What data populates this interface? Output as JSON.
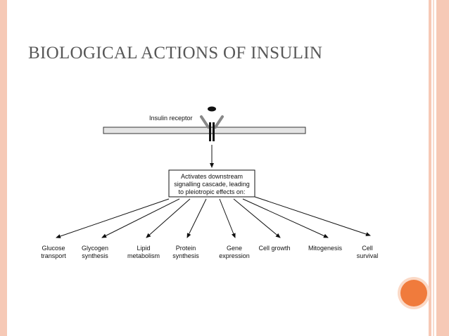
{
  "slide": {
    "title": "BIOLOGICAL ACTIONS OF INSULIN"
  },
  "diagram": {
    "receptor_label": "Insulin receptor",
    "cascade_box_lines": [
      "Activates downstream",
      "signalling cascade, leading",
      "to pleiotropic effects on:"
    ],
    "effects": [
      {
        "lines": [
          "Glucose",
          "transport"
        ]
      },
      {
        "lines": [
          "Glycogen",
          "synthesis"
        ]
      },
      {
        "lines": [
          "Lipid",
          "metabolism"
        ]
      },
      {
        "lines": [
          "Protein",
          "synthesis"
        ]
      },
      {
        "lines": [
          "Gene",
          "expression"
        ]
      },
      {
        "lines": [
          "Cell growth"
        ]
      },
      {
        "lines": [
          "Mitogenesis"
        ]
      },
      {
        "lines": [
          "Cell",
          "survival"
        ]
      }
    ]
  },
  "colors": {
    "accent_stripe": "#f6c9b6",
    "orange_dot": "#f07b3c",
    "title_text": "#585858"
  }
}
